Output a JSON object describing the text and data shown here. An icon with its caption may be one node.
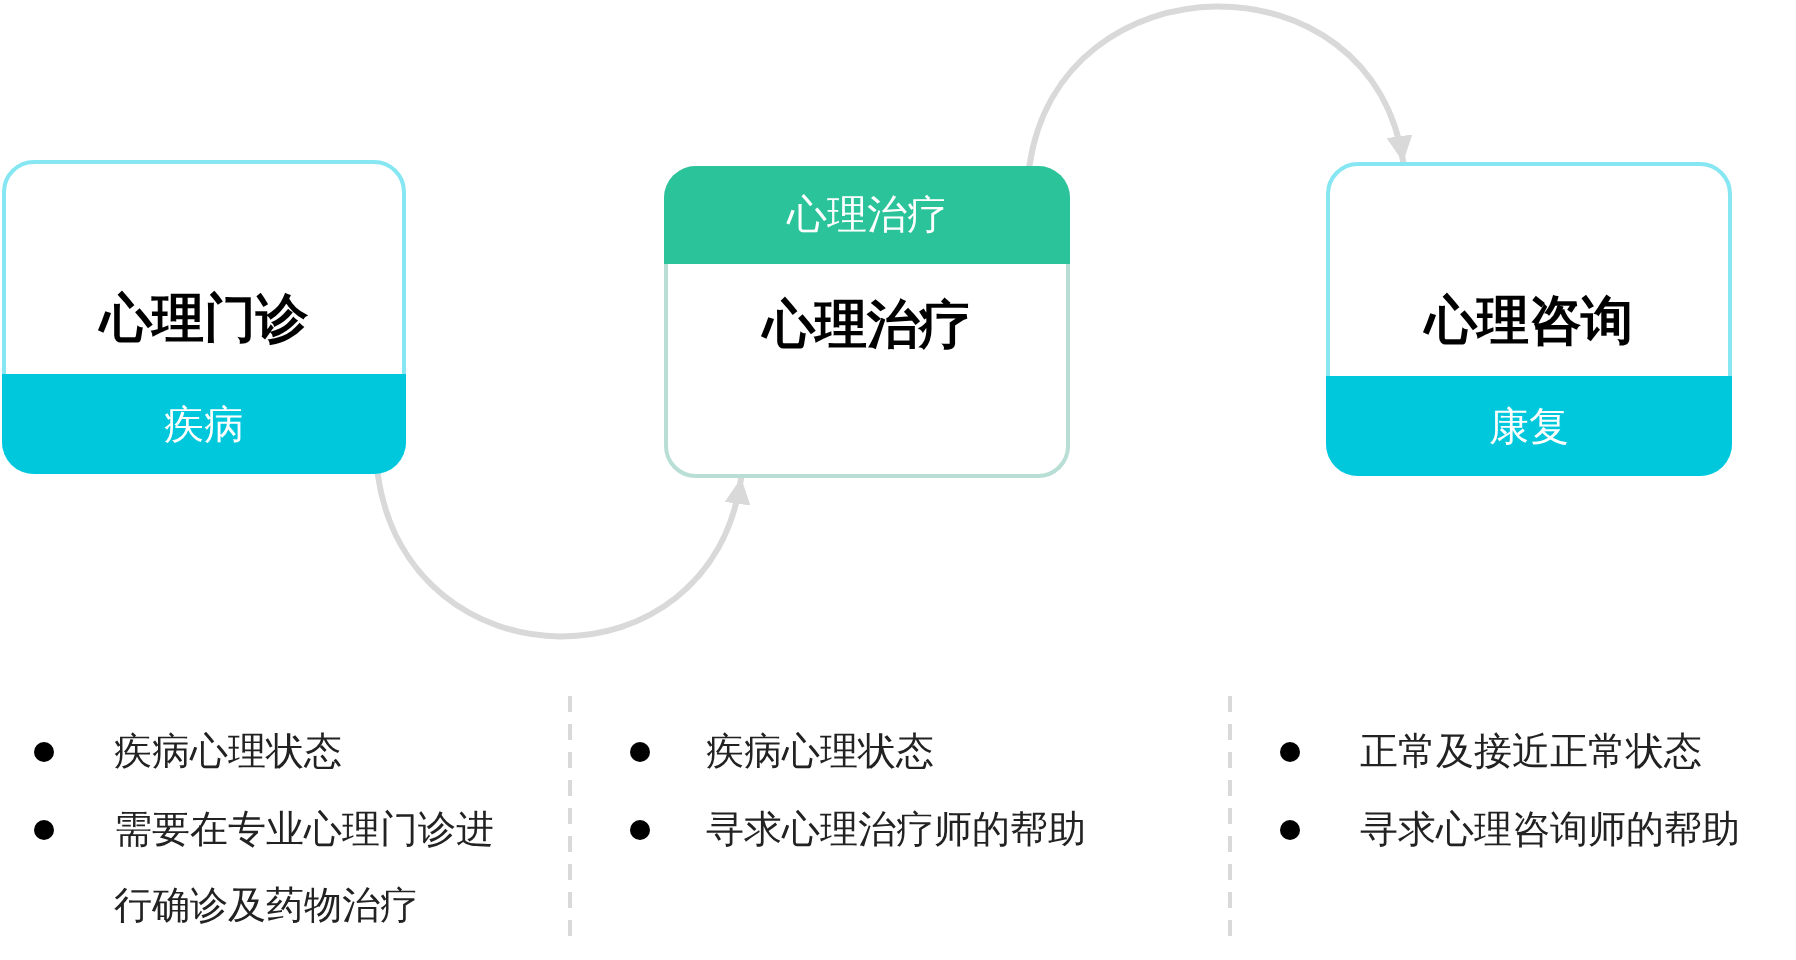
{
  "diagram": {
    "nodes": [
      {
        "text": [
          "心理门诊"
        ],
        "beside": [
          "疾病心理状态",
          "需要在专业心理门诊进行确诊及药物治疗"
        ]
      },
      {
        "text": [
          "疾病"
        ],
        "in": 0
      },
      {
        "text": [
          "心理治疗"
        ],
        "beside": [
          "疾病心理状态",
          "寻求心理治疗师的帮助"
        ]
      },
      {
        "text": [
          "心理治疗"
        ],
        "in": 2
      },
      {
        "text": [
          "心理咨询"
        ],
        "beside": [
          "正常及接近正常状态",
          "寻求心理咨询师的帮助"
        ]
      },
      {
        "text": [
          "康复"
        ],
        "in": 4
      }
    ],
    "edges": [
      {
        "from": 0,
        "to": 2,
        "arrow": "to"
      },
      {
        "from": 2,
        "to": 4,
        "arrow": "to"
      }
    ]
  }
}
